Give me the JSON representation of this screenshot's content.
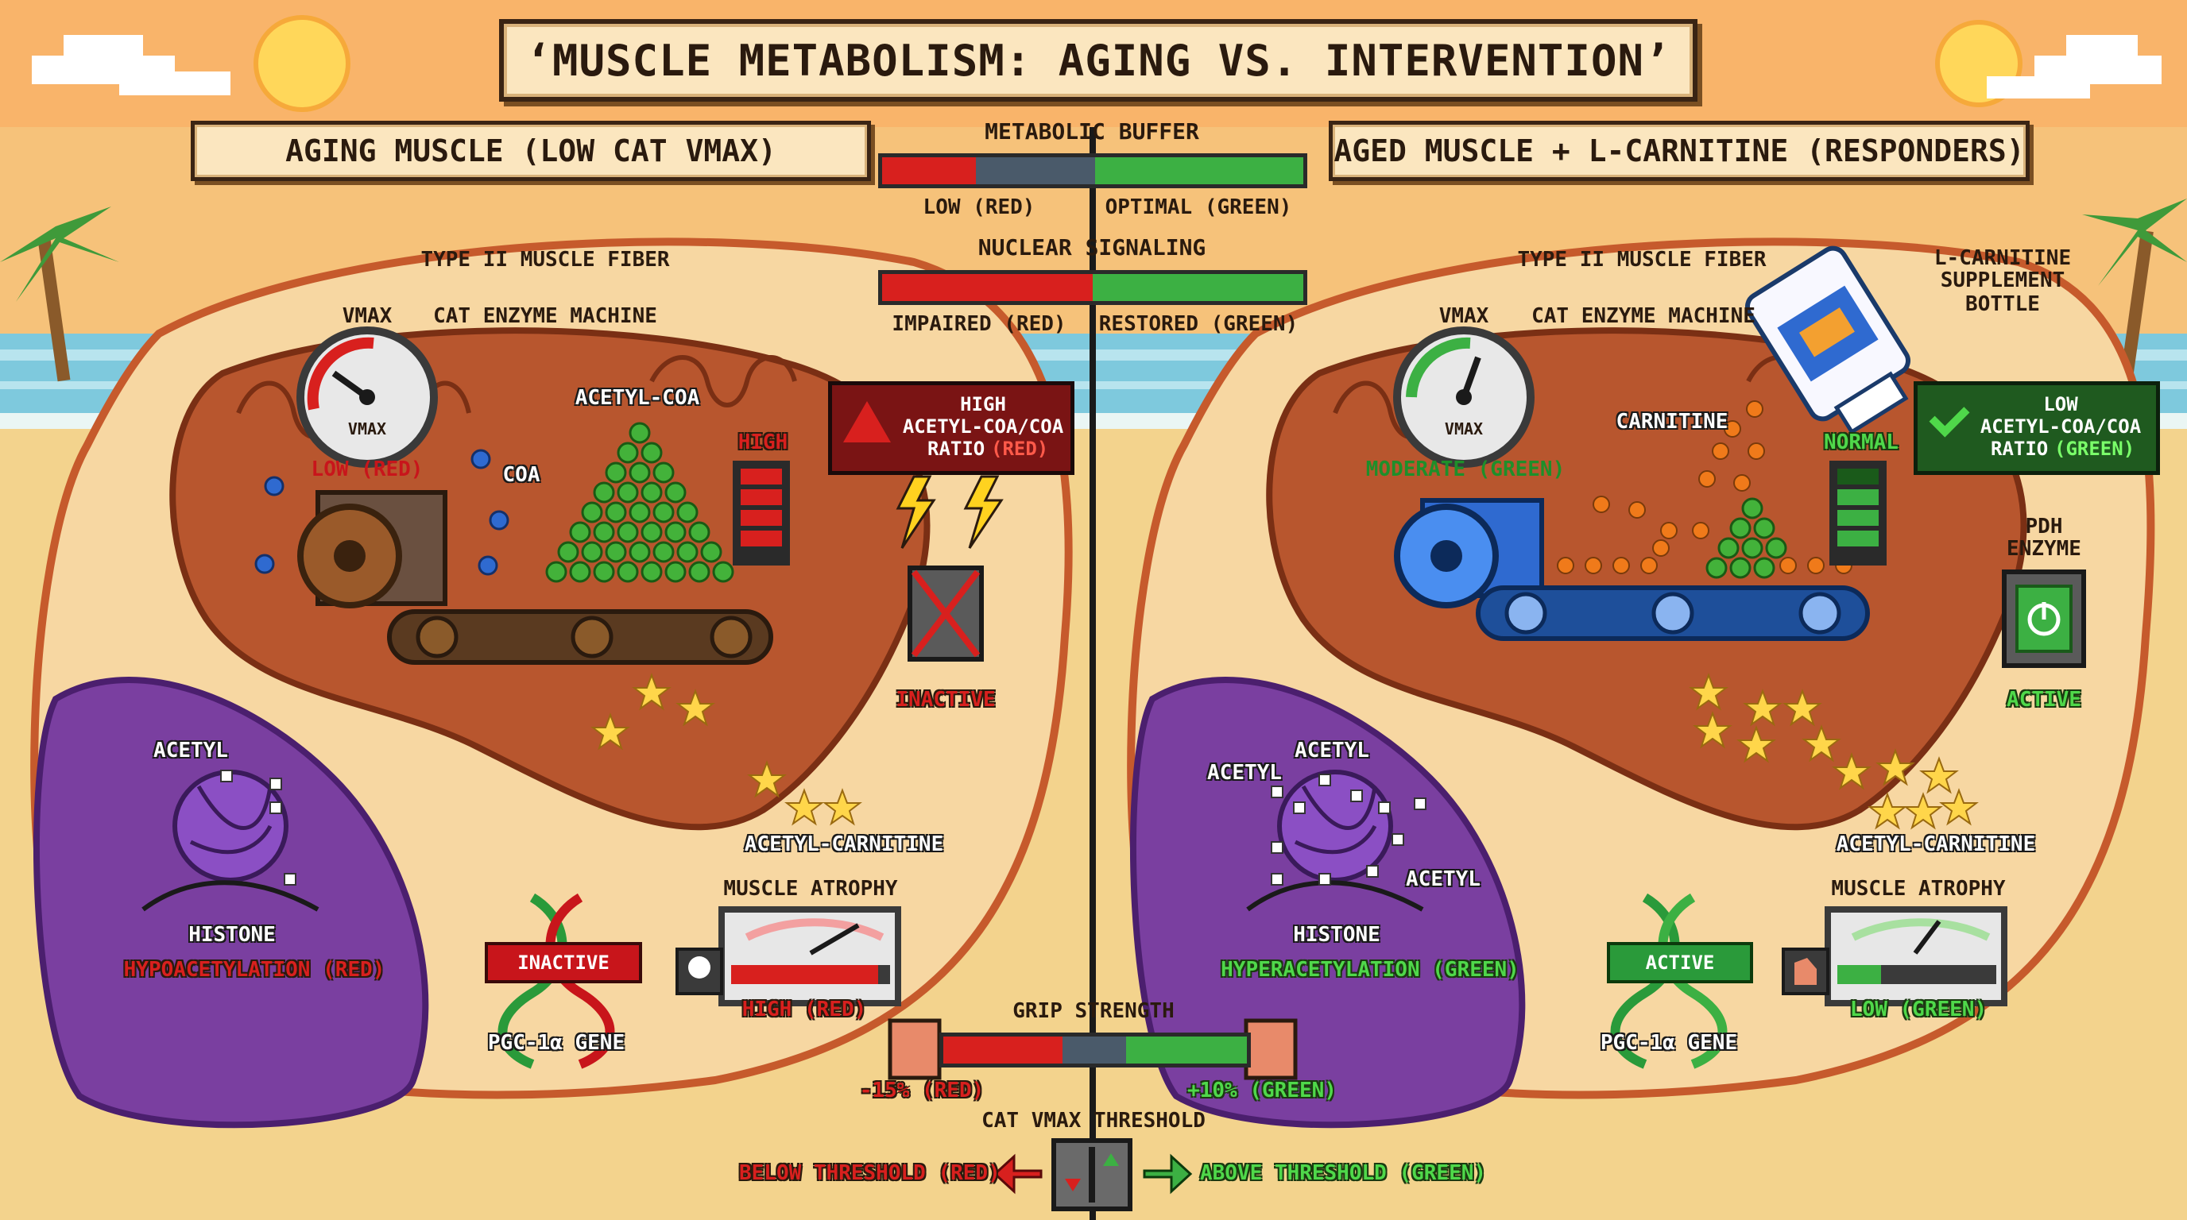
{
  "title": "‘MUSCLE METABOLISM: AGING VS. INTERVENTION’",
  "colors": {
    "sky": "#f6c27a",
    "sand": "#f3d38d",
    "sea": "#7ec9dd",
    "fiber": "#f7d7a2",
    "fiber_border": "#c65a2c",
    "mito": "#b8562e",
    "nucleus": "#7a3fa0",
    "red": "#d8201e",
    "green": "#3cb043"
  },
  "center": {
    "metabolic_buffer": {
      "label": "METABOLIC BUFFER",
      "low": "LOW (RED)",
      "optimal": "OPTIMAL (GREEN)"
    },
    "nuclear_signaling": {
      "label": "NUCLEAR SIGNALING",
      "impaired": "IMPAIRED (RED)",
      "restored": "RESTORED (GREEN)"
    },
    "grip_strength": {
      "label": "GRIP STRENGTH",
      "left": "-15% (RED)",
      "right": "+10% (GREEN)"
    },
    "threshold": {
      "label": "CAT VMAX THRESHOLD",
      "below": "BELOW THRESHOLD (RED)",
      "above": "ABOVE THRESHOLD (GREEN)"
    }
  },
  "left": {
    "header": "AGING MUSCLE (LOW CAT VMAX)",
    "fiber": "TYPE II MUSCLE FIBER",
    "vmax": "VMAX",
    "gauge_text": "VMAX",
    "gauge_status": "LOW (RED)",
    "machine": "CAT ENZYME MACHINE",
    "acetyl_coa": "ACETYL-COA",
    "coa": "COA",
    "level": "HIGH",
    "ratio_line1": "HIGH",
    "ratio_line2": "ACETYL-COA/COA",
    "ratio_line3": "RATIO",
    "ratio_status": "(RED)",
    "pdh_status": "INACTIVE",
    "acetyl_carnitine": "ACETYL-CARNITINE",
    "acetyl": "ACETYL",
    "histone": "HISTONE",
    "histone_status": "HYPOACETYLATION (RED)",
    "gene_badge": "INACTIVE",
    "gene": "PGC-1α GENE",
    "atrophy": "MUSCLE ATROPHY",
    "atrophy_status": "HIGH (RED)"
  },
  "right": {
    "header": "AGED MUSCLE + L-CARNITINE (RESPONDERS)",
    "fiber": "TYPE II MUSCLE FIBER",
    "vmax": "VMAX",
    "gauge_text": "VMAX",
    "gauge_status": "MODERATE (GREEN)",
    "machine": "CAT ENZYME MACHINE",
    "carnitine": "CARNITINE",
    "bottle_line1": "L-CARNITINE",
    "bottle_line2": "SUPPLEMENT",
    "bottle_line3": "BOTTLE",
    "level": "NORMAL",
    "ratio_line1": "LOW",
    "ratio_line2": "ACETYL-COA/COA",
    "ratio_line3": "RATIO",
    "ratio_status": "(GREEN)",
    "pdh_line1": "PDH",
    "pdh_line2": "ENZYME",
    "pdh_status": "ACTIVE",
    "acetyl_carnitine": "ACETYL-CARNITINE",
    "acetyl_a": "ACETYL",
    "acetyl_b": "ACETYL",
    "acetyl_c": "ACETYL",
    "histone": "HISTONE",
    "histone_status": "HYPERACETYLATION (GREEN)",
    "gene_badge": "ACTIVE",
    "gene": "PGC-1α GENE",
    "atrophy": "MUSCLE ATROPHY",
    "atrophy_status": "LOW (GREEN)"
  }
}
